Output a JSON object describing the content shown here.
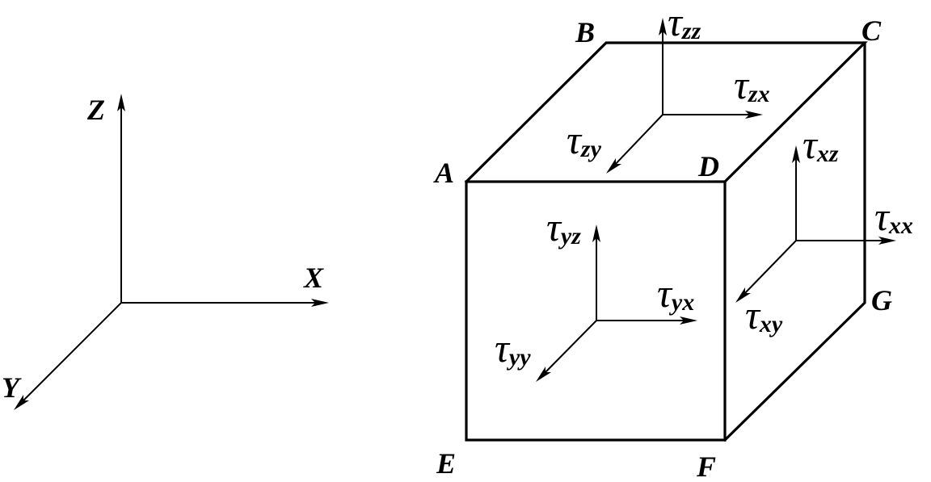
{
  "axes": {
    "x": "X",
    "y": "Y",
    "z": "Z"
  },
  "vertices": {
    "a": "A",
    "b": "B",
    "c": "C",
    "d": "D",
    "e": "E",
    "f": "F",
    "g": "G"
  },
  "tau_symbol": "τ",
  "stresses": {
    "zz": "zz",
    "zx": "zx",
    "zy": "zy",
    "xz": "xz",
    "xx": "xx",
    "xy": "xy",
    "yz": "yz",
    "yx": "yx",
    "yy": "yy"
  }
}
